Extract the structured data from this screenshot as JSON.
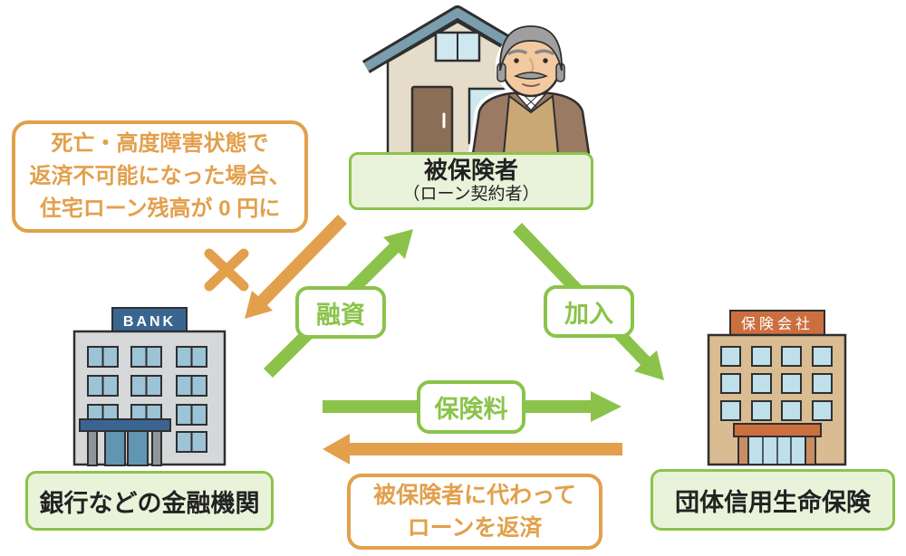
{
  "colors": {
    "green": "#8bc34a",
    "light_green": "#e9f3da",
    "orange": "#e2a04c",
    "dark": "#222222",
    "outline": "#2f2f2f",
    "bank_wall": "#d5d7d8",
    "sign_blue": "#3b6591",
    "window_blue": "#9cc3d6",
    "pillar_gray": "#8f969b",
    "door_blue": "#6195b2",
    "insurer_wall": "#d9bc92",
    "insurer_accent": "#cc6f3f",
    "insurer_window": "#bfe0ea",
    "insurer_pillar": "#c98d62",
    "house_wall": "#e5dcc9",
    "roof_blue": "#7a9eae",
    "house_window": "#cfe8f0",
    "door_brown": "#8a6e55",
    "skin": "#f2c9a0",
    "hair_gray": "#9f9f9f",
    "jacket_brown": "#9b7a64",
    "vest_tan": "#c9a876"
  },
  "callout": {
    "line1": "死亡・高度障害状態で",
    "line2": "返済不可能になった場合、",
    "line3": "住宅ローン残高が 0 円に"
  },
  "insured": {
    "title": "被保険者",
    "subtitle": "（ローン契約者）"
  },
  "bank": {
    "sign": "BANK",
    "label": "銀行などの金融機関"
  },
  "insurer": {
    "sign": "保険会社",
    "label": "団体信用生命保険"
  },
  "arrows": {
    "loan_label": "融資",
    "enroll_label": "加入",
    "premium_label": "保険料",
    "repay_line1": "被保険者に代わって",
    "repay_line2": "ローンを返済"
  }
}
